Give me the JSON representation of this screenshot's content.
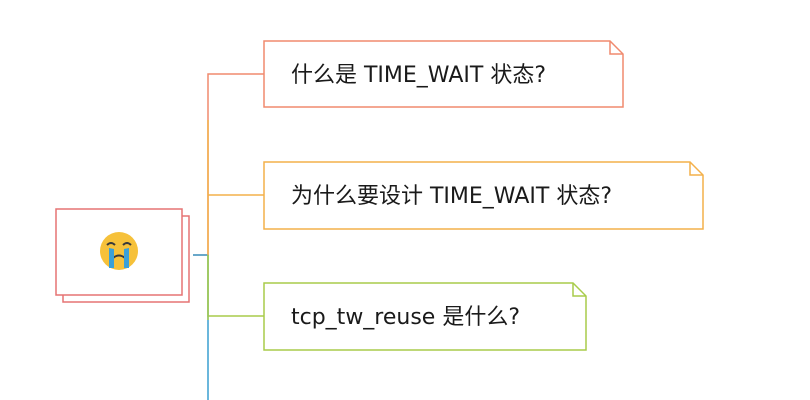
{
  "colors": {
    "root": "#e57373",
    "branch1": "#f08a6e",
    "branch2": "#f4b04a",
    "branch3": "#a8cc4a",
    "branch4": "#3a9fd1",
    "emoji_face": "#f6c13a",
    "emoji_tears": "#3aa0d8",
    "emoji_features": "#3a3a3a"
  },
  "root": {
    "icon": "crying-face-icon"
  },
  "nodes": [
    {
      "label": "什么是 TIME_WAIT 状态?"
    },
    {
      "label": "为什么要设计 TIME_WAIT 状态?"
    },
    {
      "label": "tcp_tw_reuse 是什么?"
    }
  ]
}
